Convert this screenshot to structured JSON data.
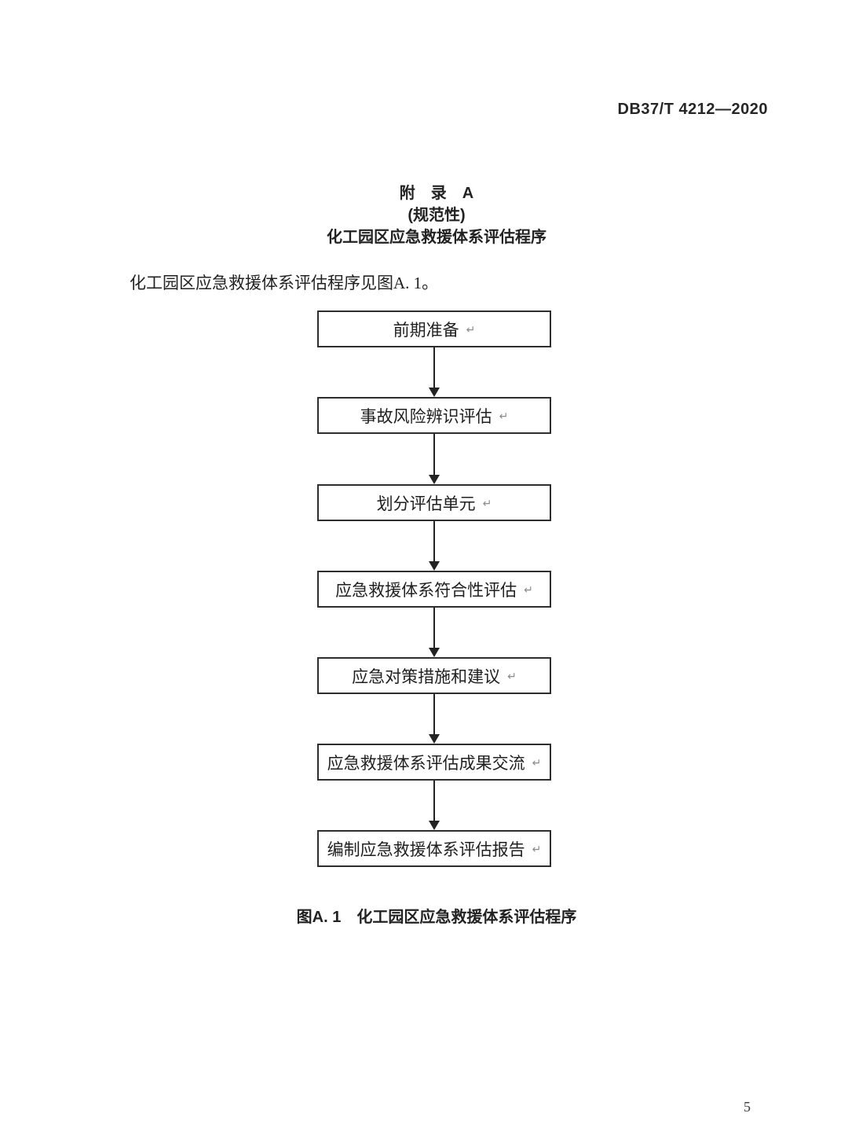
{
  "page": {
    "header_code": "DB37/T 4212—2020",
    "page_number": "5"
  },
  "appendix": {
    "title_line1": "附　录　A",
    "title_line2": "(规范性)",
    "title_line3": "化工园区应急救援体系评估程序",
    "intro_text": "化工园区应急救援体系评估程序见图A. 1。"
  },
  "flowchart": {
    "return_mark": "↵",
    "steps": [
      {
        "label": "前期准备"
      },
      {
        "label": "事故风险辨识评估"
      },
      {
        "label": "划分评估单元"
      },
      {
        "label": "应急救援体系符合性评估"
      },
      {
        "label": "应急对策措施和建议"
      },
      {
        "label": "应急救援体系评估成果交流"
      },
      {
        "label": "编制应急救援体系评估报告"
      }
    ],
    "caption": "图A. 1　化工园区应急救援体系评估程序"
  }
}
